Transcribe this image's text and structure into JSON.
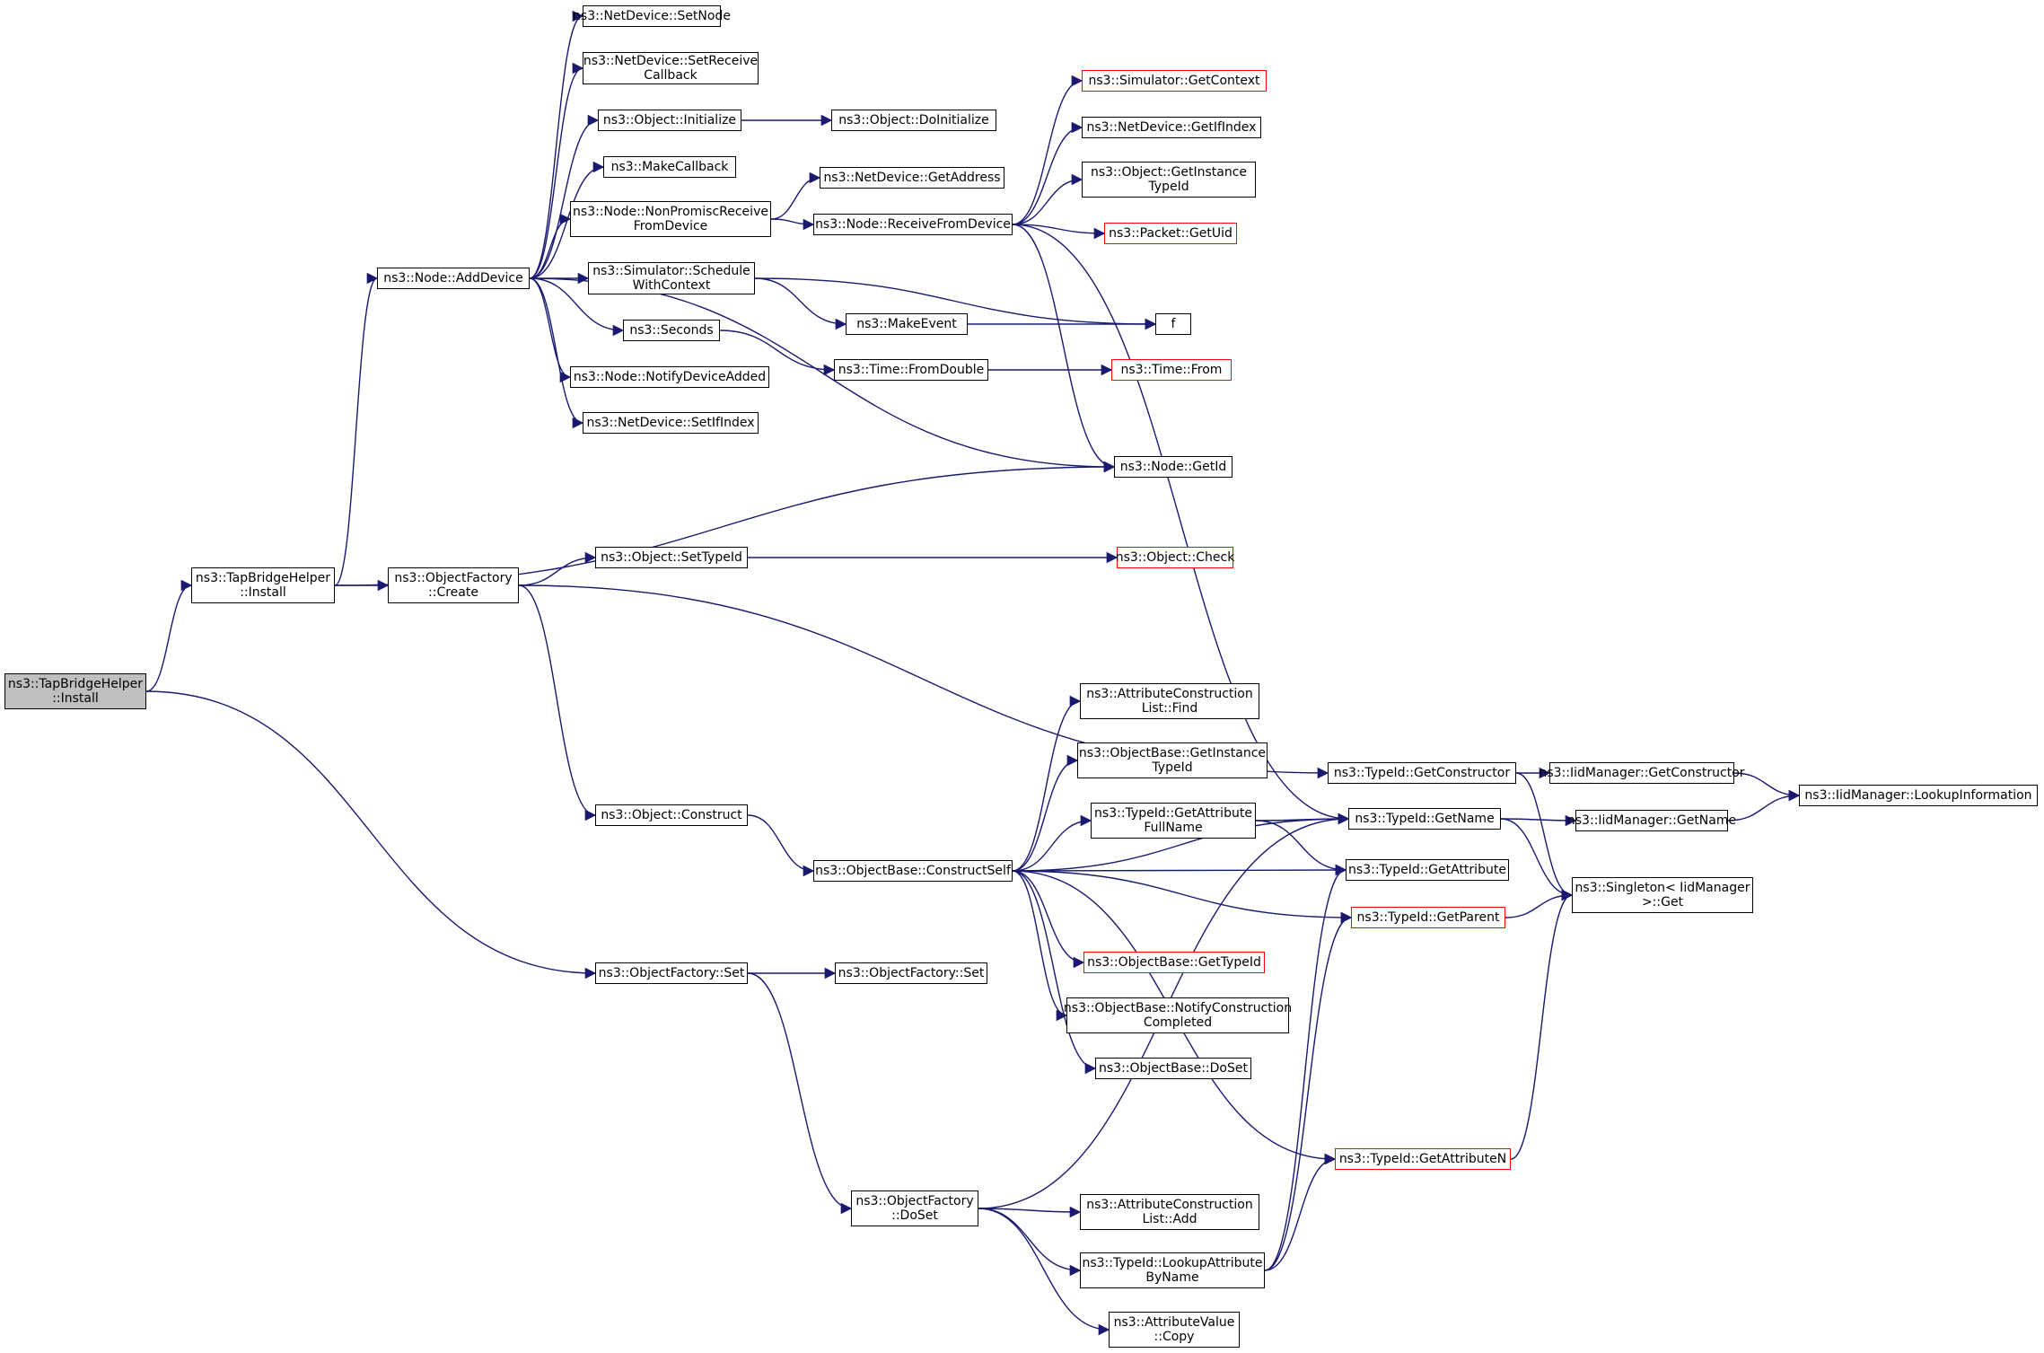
{
  "colors": {
    "edge": "#191970",
    "border": "#000000",
    "truncated_border": "#ff0000",
    "root_fill": "#bfbfbf"
  },
  "nodes": [
    {
      "id": "root",
      "lines": [
        "ns3::TapBridgeHelper",
        "::Install"
      ],
      "style": "root"
    },
    {
      "id": "install",
      "lines": [
        "ns3::TapBridgeHelper",
        "::Install"
      ]
    },
    {
      "id": "adddevice",
      "lines": [
        "ns3::Node::AddDevice"
      ]
    },
    {
      "id": "ofcreate",
      "lines": [
        "ns3::ObjectFactory",
        "::Create"
      ]
    },
    {
      "id": "ofset1",
      "lines": [
        "ns3::ObjectFactory::Set"
      ]
    },
    {
      "id": "setnode",
      "lines": [
        "ns3::NetDevice::SetNode"
      ]
    },
    {
      "id": "setreceive",
      "lines": [
        "ns3::NetDevice::SetReceive",
        "Callback"
      ]
    },
    {
      "id": "objinit",
      "lines": [
        "ns3::Object::Initialize"
      ]
    },
    {
      "id": "makecb",
      "lines": [
        "ns3::MakeCallback"
      ]
    },
    {
      "id": "nonpromisc",
      "lines": [
        "ns3::Node::NonPromiscReceive",
        "FromDevice"
      ]
    },
    {
      "id": "schedctx",
      "lines": [
        "ns3::Simulator::Schedule",
        "WithContext"
      ]
    },
    {
      "id": "seconds",
      "lines": [
        "ns3::Seconds"
      ]
    },
    {
      "id": "notifyadded",
      "lines": [
        "ns3::Node::NotifyDeviceAdded"
      ]
    },
    {
      "id": "setifindex",
      "lines": [
        "ns3::NetDevice::SetIfIndex"
      ]
    },
    {
      "id": "settypeid",
      "lines": [
        "ns3::Object::SetTypeId"
      ]
    },
    {
      "id": "construct",
      "lines": [
        "ns3::Object::Construct"
      ]
    },
    {
      "id": "ofset2",
      "lines": [
        "ns3::ObjectFactory::Set"
      ]
    },
    {
      "id": "ofdoset",
      "lines": [
        "ns3::ObjectFactory",
        "::DoSet"
      ]
    },
    {
      "id": "doinit",
      "lines": [
        "ns3::Object::DoInitialize"
      ]
    },
    {
      "id": "getaddress",
      "lines": [
        "ns3::NetDevice::GetAddress"
      ]
    },
    {
      "id": "recvfrom",
      "lines": [
        "ns3::Node::ReceiveFromDevice"
      ]
    },
    {
      "id": "makeevent",
      "lines": [
        "ns3::MakeEvent"
      ]
    },
    {
      "id": "fromdouble",
      "lines": [
        "ns3::Time::FromDouble"
      ]
    },
    {
      "id": "getcontext",
      "lines": [
        "ns3::Simulator::GetContext"
      ],
      "style": "red"
    },
    {
      "id": "getifindex",
      "lines": [
        "ns3::NetDevice::GetIfIndex"
      ]
    },
    {
      "id": "getinsttid",
      "lines": [
        "ns3::Object::GetInstance",
        "TypeId"
      ]
    },
    {
      "id": "getuid",
      "lines": [
        "ns3::Packet::GetUid"
      ],
      "style": "red"
    },
    {
      "id": "f",
      "lines": [
        "f"
      ]
    },
    {
      "id": "timefrom",
      "lines": [
        "ns3::Time::From"
      ],
      "style": "red"
    },
    {
      "id": "getid",
      "lines": [
        "ns3::Node::GetId"
      ]
    },
    {
      "id": "check",
      "lines": [
        "ns3::Object::Check"
      ],
      "style": "red"
    },
    {
      "id": "constructself",
      "lines": [
        "ns3::ObjectBase::ConstructSelf"
      ]
    },
    {
      "id": "aclfind",
      "lines": [
        "ns3::AttributeConstruction",
        "List::Find"
      ]
    },
    {
      "id": "obgetinst",
      "lines": [
        "ns3::ObjectBase::GetInstance",
        "TypeId"
      ]
    },
    {
      "id": "getattrfull",
      "lines": [
        "ns3::TypeId::GetAttribute",
        "FullName"
      ]
    },
    {
      "id": "obgettid",
      "lines": [
        "ns3::ObjectBase::GetTypeId"
      ],
      "style": "red"
    },
    {
      "id": "notifyconstr",
      "lines": [
        "ns3::ObjectBase::NotifyConstruction",
        "Completed"
      ]
    },
    {
      "id": "obdoset",
      "lines": [
        "ns3::ObjectBase::DoSet"
      ]
    },
    {
      "id": "acladd",
      "lines": [
        "ns3::AttributeConstruction",
        "List::Add"
      ]
    },
    {
      "id": "lookupattr",
      "lines": [
        "ns3::TypeId::LookupAttribute",
        "ByName"
      ]
    },
    {
      "id": "avcopy",
      "lines": [
        "ns3::AttributeValue",
        "::Copy"
      ]
    },
    {
      "id": "getconstructor",
      "lines": [
        "ns3::TypeId::GetConstructor"
      ]
    },
    {
      "id": "getname",
      "lines": [
        "ns3::TypeId::GetName"
      ]
    },
    {
      "id": "getattribute",
      "lines": [
        "ns3::TypeId::GetAttribute"
      ]
    },
    {
      "id": "getparent",
      "lines": [
        "ns3::TypeId::GetParent"
      ],
      "style": "red"
    },
    {
      "id": "getattrn",
      "lines": [
        "ns3::TypeId::GetAttributeN"
      ],
      "style": "red"
    },
    {
      "id": "iidgetctor",
      "lines": [
        "ns3::IidManager::GetConstructor"
      ]
    },
    {
      "id": "iidgetname",
      "lines": [
        "ns3::IidManager::GetName"
      ]
    },
    {
      "id": "singleton",
      "lines": [
        "ns3::Singleton< IidManager",
        ">::Get"
      ]
    },
    {
      "id": "lookupinfo",
      "lines": [
        "ns3::IidManager::LookupInformation"
      ]
    }
  ],
  "edges": [
    [
      "root",
      "install"
    ],
    [
      "root",
      "ofset1"
    ],
    [
      "install",
      "adddevice"
    ],
    [
      "install",
      "ofcreate"
    ],
    [
      "install",
      "getid"
    ],
    [
      "adddevice",
      "setnode"
    ],
    [
      "adddevice",
      "setreceive"
    ],
    [
      "adddevice",
      "objinit"
    ],
    [
      "adddevice",
      "makecb"
    ],
    [
      "adddevice",
      "nonpromisc"
    ],
    [
      "adddevice",
      "schedctx"
    ],
    [
      "adddevice",
      "seconds"
    ],
    [
      "adddevice",
      "notifyadded"
    ],
    [
      "adddevice",
      "setifindex"
    ],
    [
      "adddevice",
      "getid"
    ],
    [
      "objinit",
      "doinit"
    ],
    [
      "nonpromisc",
      "getaddress"
    ],
    [
      "nonpromisc",
      "recvfrom"
    ],
    [
      "recvfrom",
      "getcontext"
    ],
    [
      "recvfrom",
      "getifindex"
    ],
    [
      "recvfrom",
      "getinsttid"
    ],
    [
      "recvfrom",
      "getuid"
    ],
    [
      "recvfrom",
      "getid"
    ],
    [
      "recvfrom",
      "getname"
    ],
    [
      "schedctx",
      "makeevent"
    ],
    [
      "schedctx",
      "f"
    ],
    [
      "makeevent",
      "f"
    ],
    [
      "seconds",
      "fromdouble"
    ],
    [
      "fromdouble",
      "timefrom"
    ],
    [
      "ofcreate",
      "settypeid"
    ],
    [
      "ofcreate",
      "construct"
    ],
    [
      "ofcreate",
      "getconstructor"
    ],
    [
      "settypeid",
      "check"
    ],
    [
      "construct",
      "constructself"
    ],
    [
      "constructself",
      "aclfind"
    ],
    [
      "constructself",
      "obgetinst"
    ],
    [
      "constructself",
      "getattrfull"
    ],
    [
      "constructself",
      "getname"
    ],
    [
      "constructself",
      "getattribute"
    ],
    [
      "constructself",
      "getparent"
    ],
    [
      "constructself",
      "obgettid"
    ],
    [
      "constructself",
      "notifyconstr"
    ],
    [
      "constructself",
      "obdoset"
    ],
    [
      "constructself",
      "getattrn"
    ],
    [
      "getattrfull",
      "getname"
    ],
    [
      "getattrfull",
      "getattribute"
    ],
    [
      "ofset1",
      "ofset2"
    ],
    [
      "ofset1",
      "ofdoset"
    ],
    [
      "ofdoset",
      "acladd"
    ],
    [
      "ofdoset",
      "lookupattr"
    ],
    [
      "ofdoset",
      "avcopy"
    ],
    [
      "ofdoset",
      "getname"
    ],
    [
      "lookupattr",
      "getattribute"
    ],
    [
      "lookupattr",
      "getparent"
    ],
    [
      "lookupattr",
      "getattrn"
    ],
    [
      "getconstructor",
      "iidgetctor"
    ],
    [
      "getconstructor",
      "singleton"
    ],
    [
      "iidgetctor",
      "lookupinfo"
    ],
    [
      "getname",
      "iidgetname"
    ],
    [
      "getname",
      "singleton"
    ],
    [
      "iidgetname",
      "lookupinfo"
    ],
    [
      "getparent",
      "singleton"
    ],
    [
      "getattrn",
      "singleton"
    ]
  ]
}
